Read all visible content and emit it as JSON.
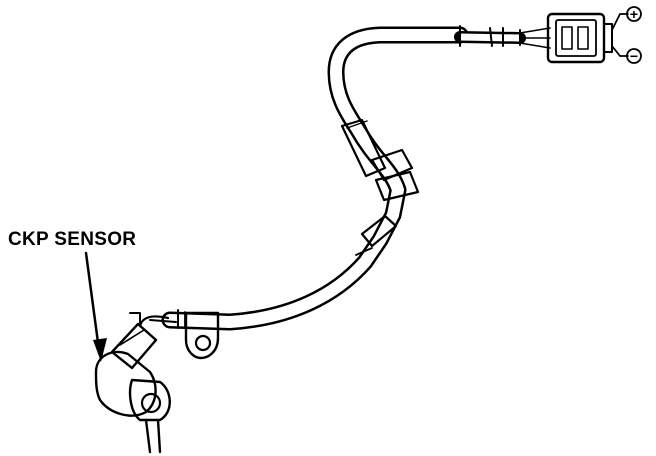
{
  "figure": {
    "callout_label": "CKP SENSOR",
    "terminal_positive": "+",
    "terminal_negative": "−"
  },
  "parts": {
    "sensor": "ckp-sensor",
    "harness": "wire-harness",
    "connector": "two-pin-connector",
    "bracket": "mounting-bracket",
    "clamps": [
      "harness-clamp-upper",
      "harness-clamp-lower"
    ]
  },
  "colors": {
    "ink": "#000000",
    "background": "#ffffff"
  }
}
